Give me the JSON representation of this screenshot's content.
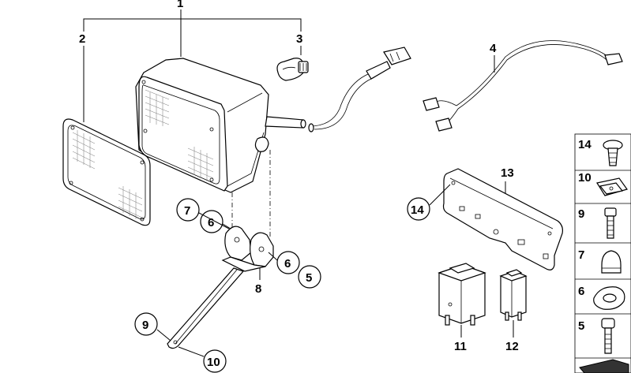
{
  "callouts": {
    "c1": "1",
    "c2": "2",
    "c3": "3",
    "c4": "4",
    "c5": "5",
    "c6a": "6",
    "c6b": "6",
    "c7": "7",
    "c8": "8",
    "c9": "9",
    "c10": "10",
    "c11": "11",
    "c12": "12",
    "c13": "13",
    "c14": "14"
  },
  "legend": [
    "14",
    "10",
    "9",
    "7",
    "6",
    "5"
  ]
}
